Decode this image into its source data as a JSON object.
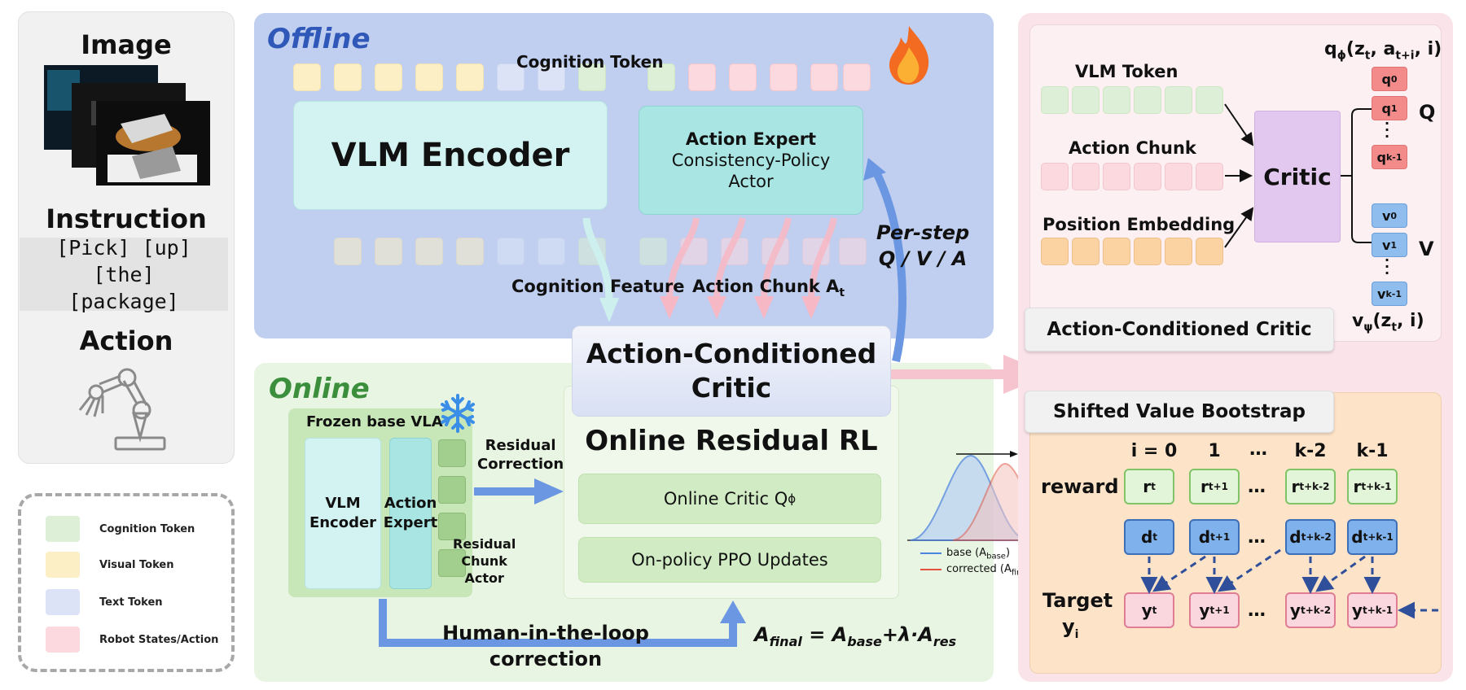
{
  "left": {
    "image_label": "Image",
    "instruction_label": "Instruction",
    "instruction_text": "[Pick] [up] [the] [package]",
    "action_label": "Action"
  },
  "legend": {
    "items": [
      {
        "label": "Cognition Token",
        "color": "#ddefd6"
      },
      {
        "label": "Visual Token",
        "color": "#fcefc6"
      },
      {
        "label": "Text Token",
        "color": "#dde3f7"
      },
      {
        "label": "Robot States/Action",
        "color": "#fbd9de"
      }
    ]
  },
  "offline": {
    "title": "Offline",
    "cognition_token_label": "Cognition Token",
    "vlm_encoder": "VLM Encoder",
    "action_expert_l1": "Action Expert",
    "action_expert_l2": "Consistency-Policy",
    "action_expert_l3": "Actor",
    "cognition_feature": "Cognition Feature",
    "action_chunk": "Action Chunk A",
    "action_chunk_sub": "t",
    "per_step_l1": "Per-step",
    "per_step_l2": "Q / V / A"
  },
  "critic_center": {
    "l1": "Action-Conditioned",
    "l2": "Critic"
  },
  "online": {
    "title": "Online",
    "frozen_label": "Frozen base VLA",
    "vlm_encoder_l1": "VLM",
    "vlm_encoder_l2": "Encoder",
    "action_expert_l1": "Action",
    "action_expert_l2": "Expert",
    "residual_actor_l1": "Residual",
    "residual_actor_l2": "Chunk",
    "residual_actor_l3": "Actor",
    "residual_correction_l1": "Residual",
    "residual_correction_l2": "Correction",
    "rl_title": "Online Residual RL",
    "online_critic": "Online Critic Q",
    "online_critic_sub": "ϕ",
    "ppo": "On-policy PPO Updates",
    "human_l1": "Human-in-the-loop",
    "human_l2": "correction",
    "formula": "A",
    "formula_sub1": "final",
    "formula_mid": " = A",
    "formula_sub2": "base",
    "formula_end": "+λ·A",
    "formula_sub3": "res",
    "dist_base": "base (A",
    "dist_base_sub": "base",
    "dist_corrected": "corrected (A",
    "dist_corrected_sub": "final"
  },
  "critic_detail": {
    "vlm_token": "VLM Token",
    "action_chunk": "Action Chunk",
    "position_embedding": "Position Embedding",
    "critic": "Critic",
    "q_formula": "q",
    "q_formula_sub": "ϕ",
    "q_formula_args": "(z",
    "q_formula_args_sub": "t",
    "q_formula_args2": ", a",
    "q_formula_args2_sub": "t+i",
    "q_formula_args3": ", i)",
    "q_letter": "Q",
    "v_letter": "V",
    "v_formula": "v",
    "v_formula_sub": "ψ",
    "v_formula_args": "(z",
    "v_formula_args_sub": "t",
    "v_formula_args2": ", i)",
    "q_items": [
      {
        "b": "q",
        "s": "0"
      },
      {
        "b": "q",
        "s": "1"
      },
      {
        "b": "q",
        "s": "k-1"
      }
    ],
    "v_items": [
      {
        "b": "v",
        "s": "0"
      },
      {
        "b": "v",
        "s": "1"
      },
      {
        "b": "v",
        "s": "k-1"
      }
    ],
    "caption": "Action-Conditioned Critic"
  },
  "bootstrap": {
    "caption": "Shifted Value Bootstrap",
    "col_headers": [
      "i = 0",
      "1",
      "k-2",
      "k-1"
    ],
    "reward_label": "reward",
    "target_label": "Target",
    "target_sub_label": "y",
    "target_sub_label_sub": "i",
    "rewards": [
      {
        "b": "r",
        "s": "t"
      },
      {
        "b": "r",
        "s": "t+1"
      },
      {
        "b": "r",
        "s": "t+k-2"
      },
      {
        "b": "r",
        "s": "t+k-1"
      }
    ],
    "dones": [
      {
        "b": "d",
        "s": "t"
      },
      {
        "b": "d",
        "s": "t+1"
      },
      {
        "b": "d",
        "s": "t+k-2"
      },
      {
        "b": "d",
        "s": "t+k-1"
      }
    ],
    "targets": [
      {
        "b": "y",
        "s": "t"
      },
      {
        "b": "y",
        "s": "t+1"
      },
      {
        "b": "y",
        "s": "t+k-2"
      },
      {
        "b": "y",
        "s": "t+k-1"
      }
    ],
    "ellipsis": "…"
  }
}
